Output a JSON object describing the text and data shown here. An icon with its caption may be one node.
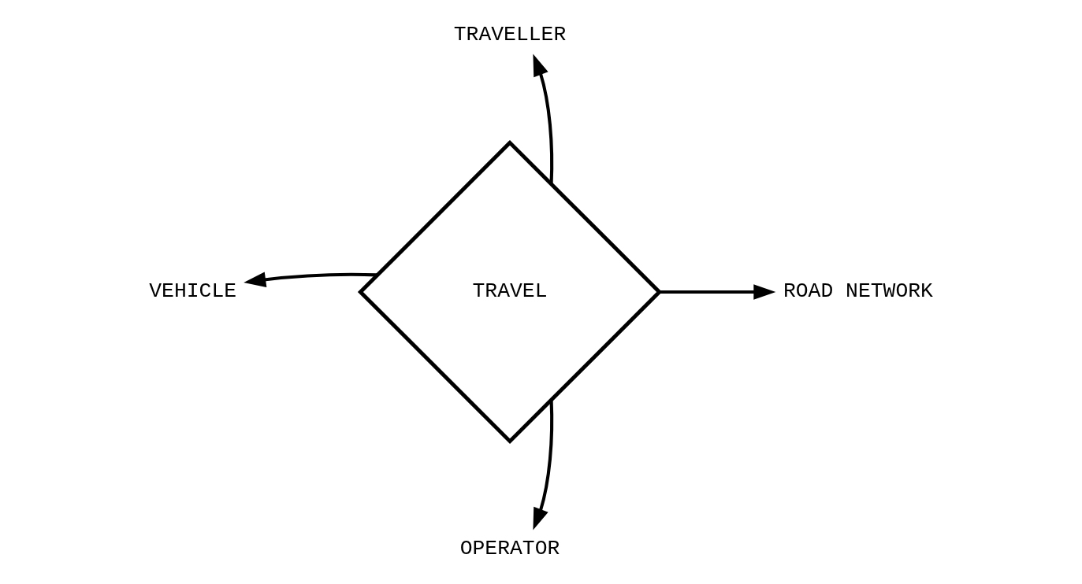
{
  "diagram": {
    "nodes": [
      {
        "text": [
          "TRAVEL"
        ]
      },
      {
        "text": [
          "TRAVELLER"
        ]
      },
      {
        "text": [
          "VEHICLE"
        ]
      },
      {
        "text": [
          "ROAD NETWORK"
        ]
      },
      {
        "text": [
          "OPERATOR"
        ]
      }
    ],
    "edges": [
      {
        "from": 0,
        "to": 1,
        "arrow": "to"
      },
      {
        "from": 0,
        "to": 2,
        "arrow": "to"
      },
      {
        "from": 0,
        "to": 3,
        "arrow": "to"
      },
      {
        "from": 0,
        "to": 4,
        "arrow": "to"
      }
    ]
  }
}
